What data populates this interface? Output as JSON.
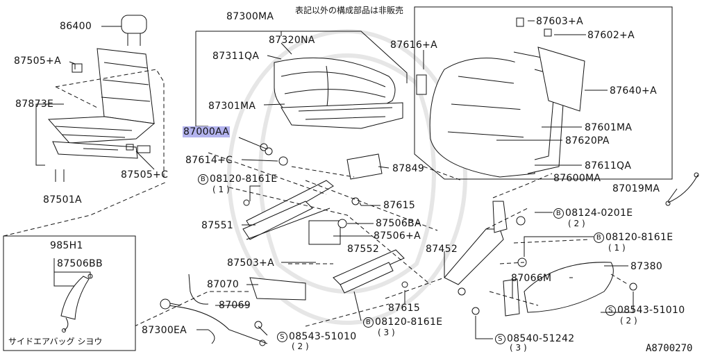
{
  "header_note": "表記以外の構成部品は非販売",
  "diagram_ref": "A8700270",
  "inset_caption": "サイドエアバッグ シヨウ",
  "parts": {
    "p86400": "86400",
    "p87505a": "87505+A",
    "p87873e": "87873E",
    "p87501a": "87501A",
    "p87505c": "87505+C",
    "p87300ma": "87300MA",
    "p87320na": "87320NA",
    "p87311qa": "87311QA",
    "p87301ma": "87301MA",
    "p87616a": "87616+A",
    "p87603a": "87603+A",
    "p87602a": "87602+A",
    "p87640a": "87640+A",
    "p87601ma": "87601MA",
    "p87620pa": "87620PA",
    "p87611qa": "87611QA",
    "p87600ma": "87600MA",
    "p87019ma": "87019MA",
    "p87000aa": "87000AA",
    "p87614c": "87614+C",
    "p87849": "87849",
    "p08120a": "08120-8161E",
    "q1a": "( 1 )",
    "p87615a": "87615",
    "p08124": "08124-0201E",
    "q2a": "( 2 )",
    "p87551": "87551",
    "p87506ba": "87506BA",
    "p87506a": "87506+A",
    "p08120b": "08120-8161E",
    "q1b": "( 1 )",
    "p87552": "87552",
    "p87452": "87452",
    "p87503a": "87503+A",
    "p87380": "87380",
    "p87070": "87070",
    "p87066m": "87066M",
    "p87069": "87069",
    "p87615b": "87615",
    "p08543a": "08543-51010",
    "q2b": "( 2 )",
    "p08120c": "08120-8161E",
    "q3a": "( 3 )",
    "p87300ea": "87300EA",
    "p08543b": "08543-51010",
    "q2c": "( 2 )",
    "p08540": "08540-51242",
    "q3b": "( 3 )",
    "p985h1": "985H1",
    "p87506bb": "87506BB"
  },
  "bolt_marks": {
    "b": "B",
    "s": "S"
  }
}
